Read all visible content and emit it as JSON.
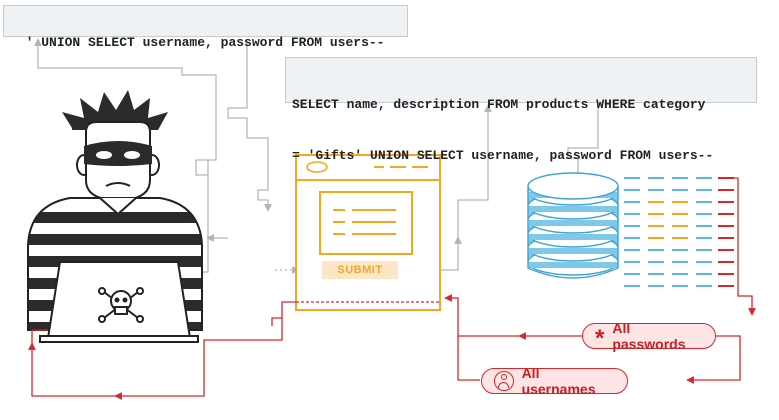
{
  "attacker_payload": "' UNION SELECT username, password FROM users--",
  "server_query": {
    "line1": "SELECT name, description FROM products WHERE category",
    "line2": "= 'Gifts' UNION SELECT username, password FROM users--"
  },
  "form": {
    "submit_label": "SUBMIT"
  },
  "results": {
    "passwords_label": "All passwords",
    "usernames_label": "All usernames"
  },
  "icons": {
    "attacker": "hacker-icon",
    "laptop_logo": "skull-crossbones-icon",
    "database": "database-icon",
    "password": "asterisk-icon",
    "user": "user-icon"
  },
  "colors": {
    "flow_line": "#bbbbbb",
    "form_accent": "#f5a623",
    "result_red": "#d9262b",
    "database_blue": "#5bb8e0",
    "code_bg": "#eef2f5"
  }
}
